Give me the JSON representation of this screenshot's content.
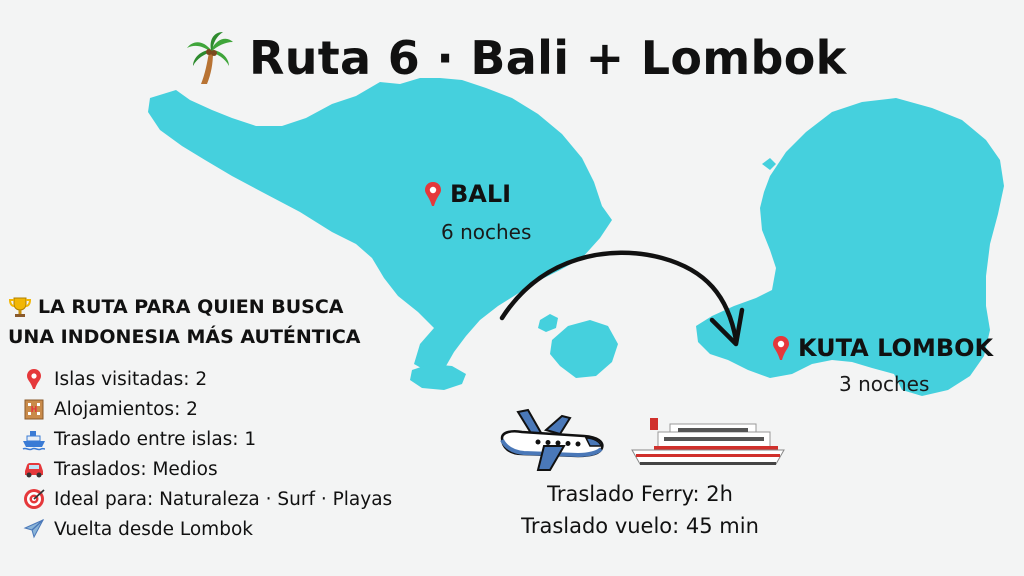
{
  "title": {
    "icon": "palm-tree-icon",
    "text": "Ruta 6 · Bali + Lombok"
  },
  "colors": {
    "island": "#45d0dd",
    "background": "#f3f4f4",
    "text": "#111111",
    "pin": "#e5383b"
  },
  "destinations": [
    {
      "name": "BALI",
      "nights": "6 noches"
    },
    {
      "name": "KUTA LOMBOK",
      "nights": "3 noches"
    }
  ],
  "route_heading": {
    "icon": "trophy-icon",
    "line1": "LA RUTA PARA QUIEN BUSCA",
    "line2": "UNA INDONESIA MÁS AUTÉNTICA"
  },
  "stats": [
    {
      "icon": "pin-icon",
      "text": "Islas visitadas: 2"
    },
    {
      "icon": "hotel-icon",
      "text": "Alojamientos: 2"
    },
    {
      "icon": "ship-icon",
      "text": "Traslado entre islas: 1"
    },
    {
      "icon": "car-icon",
      "text": "Traslados: Medios"
    },
    {
      "icon": "target-icon",
      "text": "Ideal para: Naturaleza · Surf · Playas"
    },
    {
      "icon": "airplane-icon",
      "text": "Vuelta desde Lombok"
    }
  ],
  "transfers": {
    "icons": [
      "airplane-illustration",
      "ferry-illustration"
    ],
    "ferry": "Traslado Ferry: 2h",
    "flight": "Traslado vuelo: 45 min"
  }
}
